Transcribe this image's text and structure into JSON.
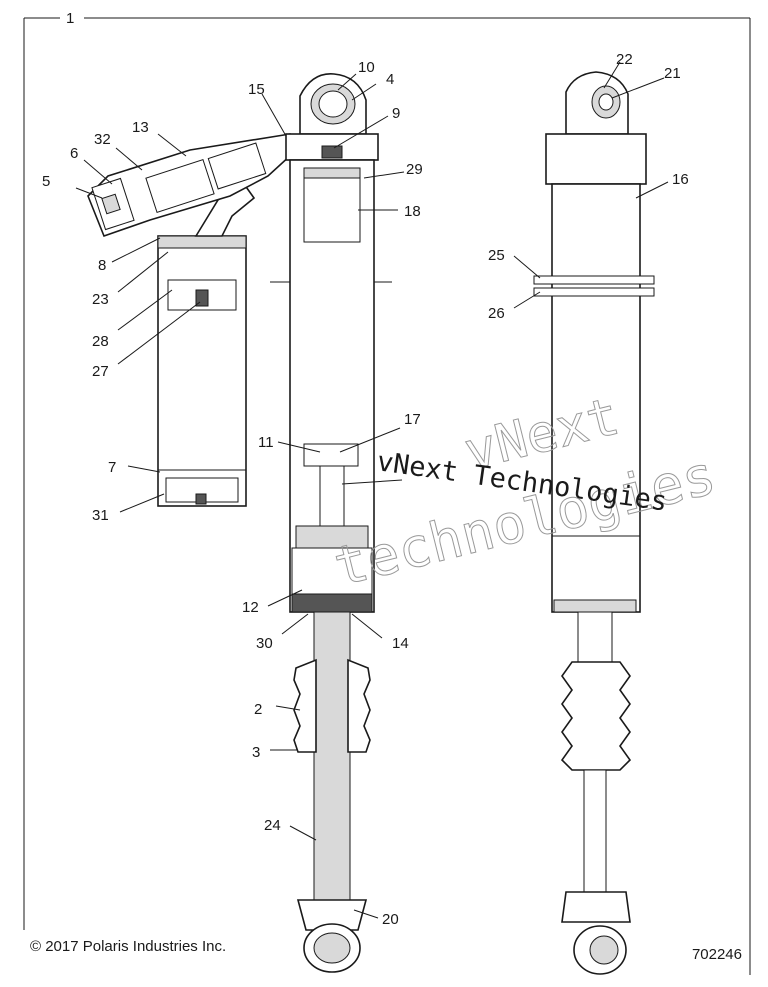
{
  "callouts": [
    {
      "num": "1"
    },
    {
      "num": "2"
    },
    {
      "num": "3"
    },
    {
      "num": "4"
    },
    {
      "num": "5"
    },
    {
      "num": "6"
    },
    {
      "num": "7"
    },
    {
      "num": "8"
    },
    {
      "num": "9"
    },
    {
      "num": "10"
    },
    {
      "num": "11"
    },
    {
      "num": "12"
    },
    {
      "num": "13"
    },
    {
      "num": "14"
    },
    {
      "num": "15"
    },
    {
      "num": "16"
    },
    {
      "num": "17"
    },
    {
      "num": "18"
    },
    {
      "num": "20"
    },
    {
      "num": "21"
    },
    {
      "num": "22"
    },
    {
      "num": "23"
    },
    {
      "num": "24"
    },
    {
      "num": "25"
    },
    {
      "num": "26"
    },
    {
      "num": "27"
    },
    {
      "num": "28"
    },
    {
      "num": "29"
    },
    {
      "num": "30"
    },
    {
      "num": "31"
    },
    {
      "num": "32"
    }
  ],
  "footer": {
    "copyright": "© 2017 Polaris Industries Inc.",
    "drawing_number": "702246"
  },
  "watermark": {
    "line1": "vNext Technologies",
    "line2": "vNext",
    "line3": "technologies"
  }
}
